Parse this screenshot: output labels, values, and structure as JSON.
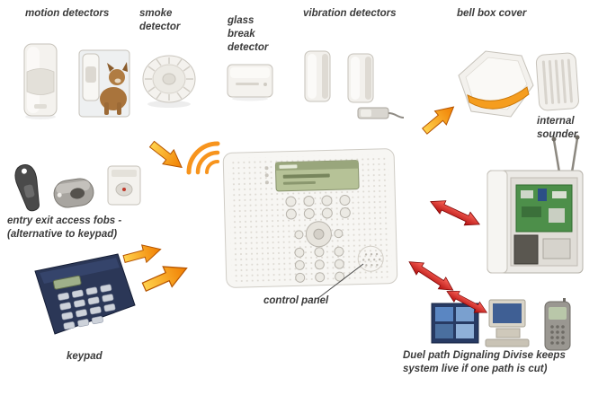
{
  "title": "Wireless alarm system components diagram",
  "labels": {
    "motion_detectors": "motion detectors",
    "smoke_detector": "smoke\ndetector",
    "glass_break_detector": "glass\nbreak\ndetector",
    "vibration_detectors": "vibration detectors",
    "bell_box_cover": "bell box cover",
    "internal_sounder": "internal\nsounder",
    "entry_exit_fobs": "entry exit access fobs -\n(alternative to keypad)",
    "keypad": "keypad",
    "control_panel": "control panel",
    "dual_path_note": "Duel path Dignaling Divise keeps\nsystem live if one path is cut)"
  },
  "colors": {
    "label_text": "#3b3b3b",
    "arrow_orange": "#f7941d",
    "arrow_orange_light": "#ffd24d",
    "arrow_red": "#c41414",
    "bell_lens_orange": "#f59d1e",
    "lcd_green": "#b6c297",
    "keypad_navy": "#2b3757",
    "pcb_green": "#4d8f4a"
  },
  "icons": {
    "pir_detector": "pir-motion-detector-icon",
    "pet_detector": "pet-friendly-detector-icon",
    "smoke": "smoke-detector-icon",
    "glass_break": "glass-break-detector-icon",
    "vibration": "vibration-detector-icon",
    "shock_sensor": "shock-sensor-icon",
    "bell_box": "bell-box-icon",
    "sounder": "internal-sounder-icon",
    "fob": "key-fob-icon",
    "keypad": "keypad-icon",
    "panel": "control-panel-icon",
    "receiver": "receiver-unit-icon",
    "comms": "communication-devices-icon",
    "waves": "radio-waves-icon"
  }
}
